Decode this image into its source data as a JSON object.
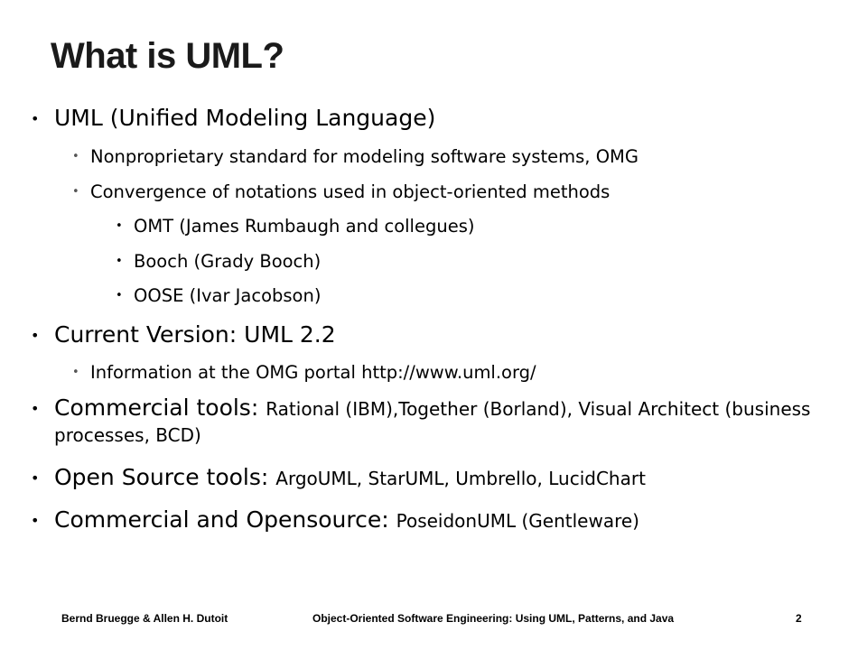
{
  "slide": {
    "title": "What is UML?",
    "bullets": [
      {
        "text": "UML (Unified Modeling Language)",
        "rest": ""
      },
      {
        "text": "Nonproprietary standard for modeling software systems, OMG"
      },
      {
        "text": "Convergence of notations used in object-oriented methods"
      },
      {
        "text": "OMT (James Rumbaugh and collegues)"
      },
      {
        "text": "Booch (Grady Booch)"
      },
      {
        "text": "OOSE (Ivar Jacobson)"
      },
      {
        "text": "Current Version: UML 2.2"
      },
      {
        "text": "Information at the OMG portal http://www.uml.org/"
      },
      {
        "lead": "Commercial tools: ",
        "rest": "Rational (IBM),Together (Borland), Visual Architect (business processes, BCD)"
      },
      {
        "lead": "Open Source tools: ",
        "rest": "ArgoUML, StarUML, Umbrello, LucidChart"
      },
      {
        "lead": "Commercial and Opensource: ",
        "rest": "PoseidonUML (Gentleware)"
      }
    ],
    "bullet_glyph": "•"
  },
  "footer": {
    "authors": "Bernd Bruegge & Allen H. Dutoit",
    "book": "Object-Oriented Software Engineering: Using UML, Patterns, and Java",
    "page": "2"
  }
}
